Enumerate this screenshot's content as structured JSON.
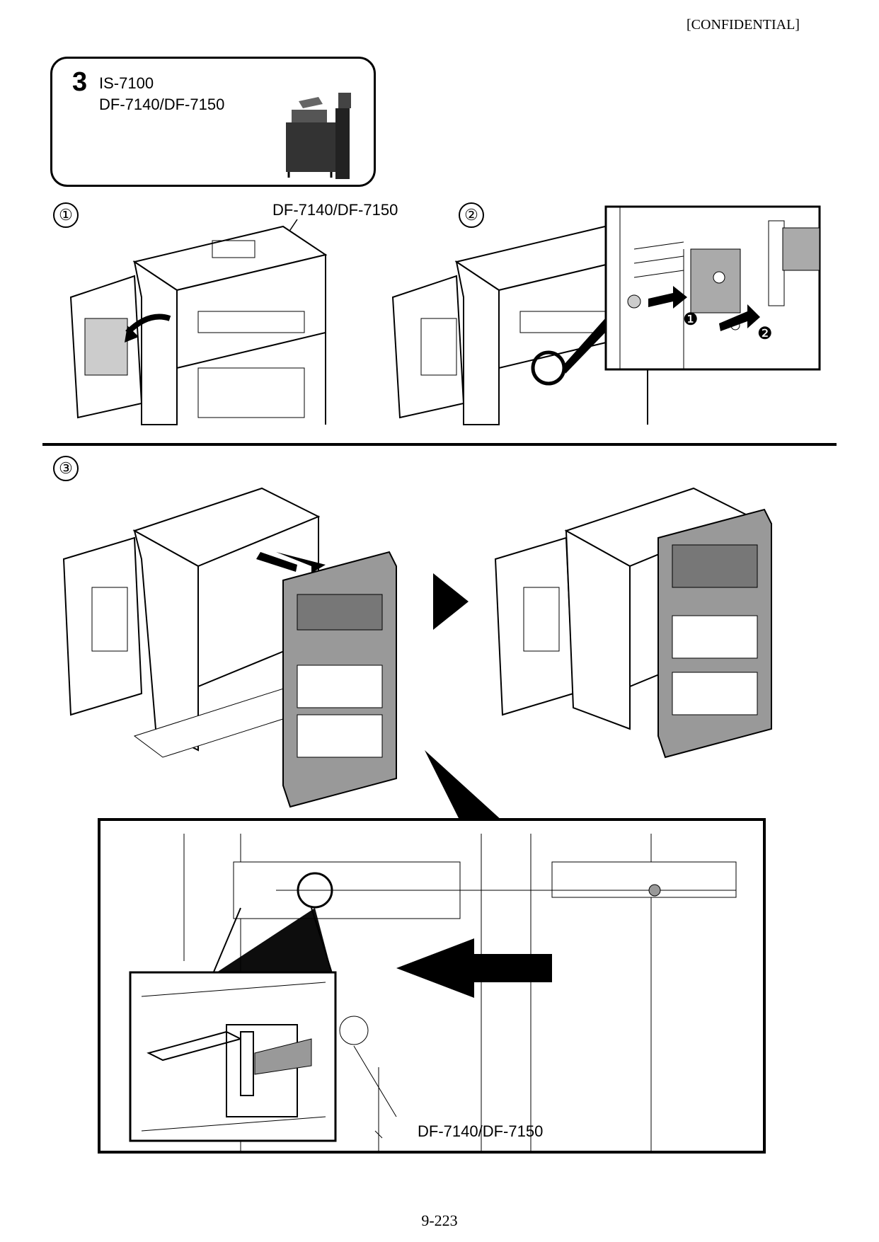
{
  "confidential": "[CONFIDENTIAL]",
  "header": {
    "step_number": "3",
    "model_line1": "IS-7100",
    "model_line2": "DF-7140/DF-7150"
  },
  "steps": {
    "one": {
      "symbol": "①",
      "label": "DF-7140/DF-7150"
    },
    "two": {
      "symbol": "②",
      "callout1": "❶",
      "callout2": "❷"
    },
    "three": {
      "symbol": "③",
      "detail_label": "DF-7140/DF-7150"
    }
  },
  "page_number": "9-223"
}
